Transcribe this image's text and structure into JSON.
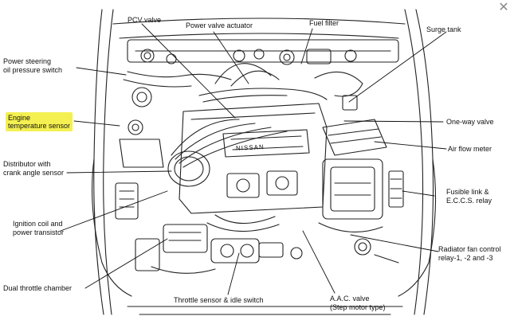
{
  "labels": {
    "pcv_valve": "PCV valve",
    "power_valve_actuator": "Power valve actuator",
    "fuel_filter": "Fuel filter",
    "surge_tank": "Surge tank",
    "power_steering_1": "Power steering",
    "power_steering_2": "oil pressure switch",
    "engine_temp_1": "Engine",
    "engine_temp_2": "temperature sensor",
    "one_way_valve": "One-way valve",
    "air_flow_meter": "Air flow meter",
    "distributor_1": "Distributor with",
    "distributor_2": "crank angle sensor",
    "fusible_1": "Fusible link &",
    "fusible_2": "E.C.C.S. relay",
    "ignition_1": "Ignition coil and",
    "ignition_2": "power transistor",
    "radiator_1": "Radiator fan control",
    "radiator_2": "relay-1, -2 and -3",
    "dual_throttle": "Dual throttle chamber",
    "throttle_sensor": "Throttle sensor & idle switch",
    "aac_1": "A.A.C. valve",
    "aac_2": "(Step motor type)",
    "engine_brand": "NISSAN"
  },
  "colors": {
    "highlight": "#f4f052",
    "ink": "#111111",
    "background": "#ffffff"
  },
  "icons": {
    "close": "close-icon"
  }
}
